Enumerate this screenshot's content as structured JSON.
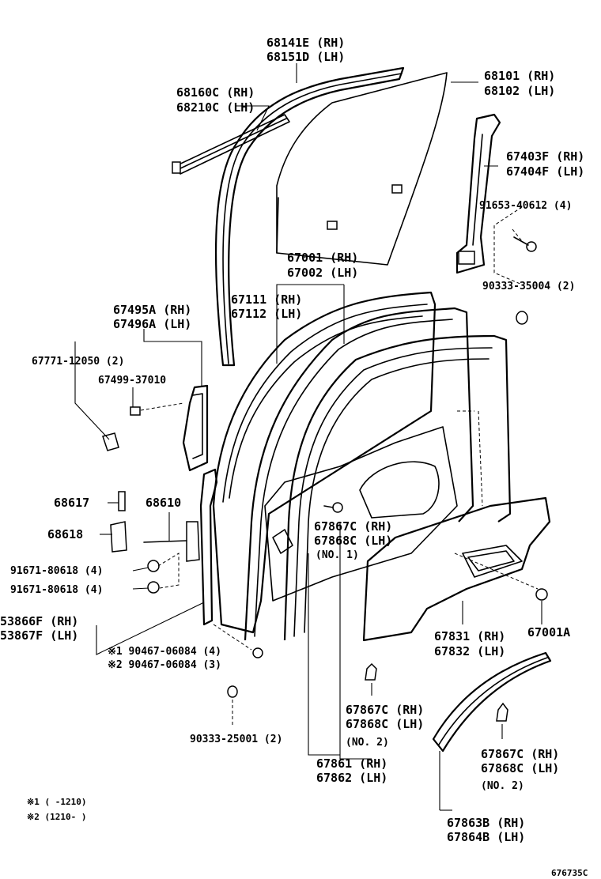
{
  "labels": {
    "glass_run": [
      "68141E (RH)",
      "68151D (LH)"
    ],
    "glass": [
      "68101 (RH)",
      "68102 (LH)"
    ],
    "belt_molding": [
      "68160C (RH)",
      "68210C (LH)"
    ],
    "channel": [
      "67403F (RH)",
      "67404F (LH)"
    ],
    "bolt_channel": "91653-40612 (4)",
    "plug_upper": "90333-35004 (2)",
    "door_panel": [
      "67001 (RH)",
      "67002 (LH)"
    ],
    "weatherstrip_door": [
      "67111 (RH)",
      "67112 (LH)"
    ],
    "handle_cover": [
      "67495A (RH)",
      "67496A (LH)"
    ],
    "clip_handle": "67771-12050 (2)",
    "pad": "67499-37010",
    "pin": "68617",
    "check": "68610",
    "hinge": "68618",
    "bolt_a": "91671-80618 (4)",
    "bolt_b": "91671-80618 (4)",
    "weatherstrip_side": [
      "53866F (RH)",
      "53867F (LH)"
    ],
    "clip_1": "※1 90467-06084 (4)",
    "clip_2": "※2 90467-06084 (3)",
    "plug_lower": "90333-25001 (2)",
    "clip_no1": [
      "67867C (RH)",
      "67868C (LH)",
      "(NO. 1)"
    ],
    "trim": [
      "67831 (RH)",
      "67832 (LH)"
    ],
    "trim_plug": "67001A",
    "clip_no2_mid": [
      "67867C (RH)",
      "67868C (LH)",
      "(NO. 2)"
    ],
    "opening_ws": [
      "67861 (RH)",
      "67862 (LH)"
    ],
    "clip_no2_right": [
      "67867C (RH)",
      "67868C (LH)",
      "(NO. 2)"
    ],
    "lower_ws": [
      "67863B (RH)",
      "67864B (LH)"
    ]
  },
  "notes": [
    "※1 (      -1210)",
    "※2 (1210-      )"
  ],
  "figure_code": "676735C"
}
